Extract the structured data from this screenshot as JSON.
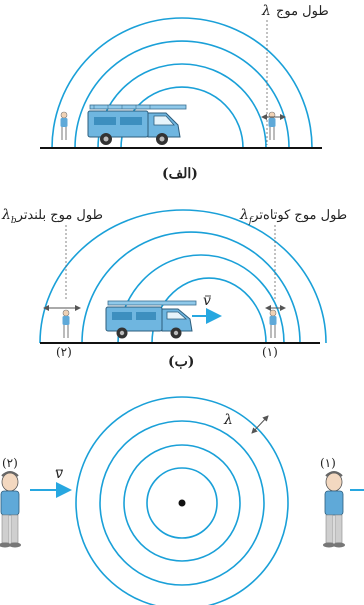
{
  "panel_a": {
    "caption": "(الف)",
    "wavelength_label": "طول موج",
    "lambda_symbol": "λ"
  },
  "panel_b": {
    "caption": "(ب)",
    "short_label": "طول موج کوتاه‌تر",
    "short_symbol": "λ",
    "short_subscript": "f",
    "long_label": "طول موج بلندتر",
    "long_symbol": "λ",
    "long_subscript": "b",
    "velocity_symbol": "v",
    "observer_right": "(۱)",
    "observer_left": "(۲)"
  },
  "panel_c": {
    "lambda_symbol": "λ",
    "velocity_symbol": "v",
    "observer_right": "(۱)",
    "observer_left": "(۲)"
  },
  "colors": {
    "wave": "#1aa0d8",
    "truck": "#6fb6e0",
    "ground": "#111111",
    "arrow": "#27a7e0"
  }
}
